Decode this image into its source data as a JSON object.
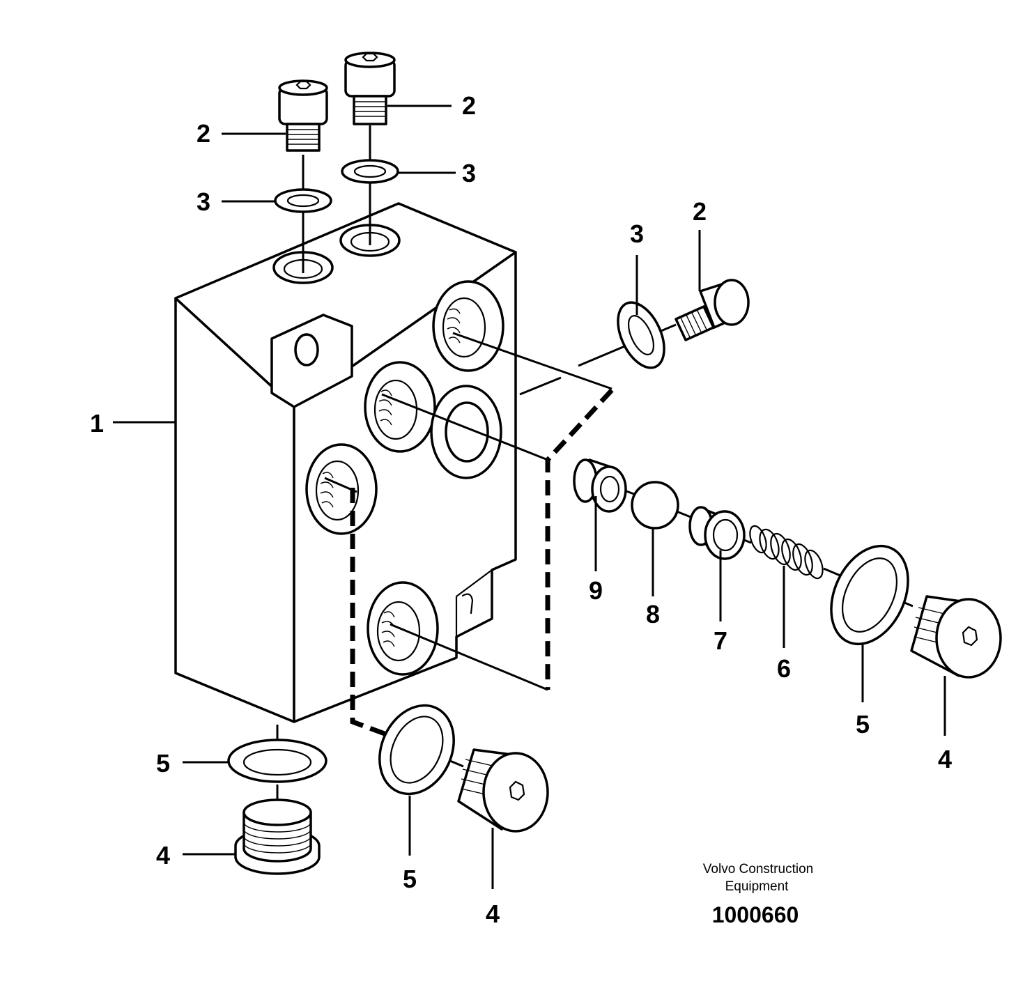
{
  "diagram": {
    "callouts": [
      {
        "id": "c1",
        "number": "1"
      },
      {
        "id": "c2a",
        "number": "2"
      },
      {
        "id": "c2b",
        "number": "2"
      },
      {
        "id": "c2c",
        "number": "2"
      },
      {
        "id": "c3a",
        "number": "3"
      },
      {
        "id": "c3b",
        "number": "3"
      },
      {
        "id": "c3c",
        "number": "3"
      },
      {
        "id": "c4a",
        "number": "4"
      },
      {
        "id": "c4b",
        "number": "4"
      },
      {
        "id": "c4c",
        "number": "4"
      },
      {
        "id": "c5a",
        "number": "5"
      },
      {
        "id": "c5b",
        "number": "5"
      },
      {
        "id": "c5c",
        "number": "5"
      },
      {
        "id": "c6",
        "number": "6"
      },
      {
        "id": "c7",
        "number": "7"
      },
      {
        "id": "c8",
        "number": "8"
      },
      {
        "id": "c9",
        "number": "9"
      }
    ],
    "credit_line1": "Volvo Construction",
    "credit_line2": "Equipment",
    "drawing_number": "1000660"
  }
}
